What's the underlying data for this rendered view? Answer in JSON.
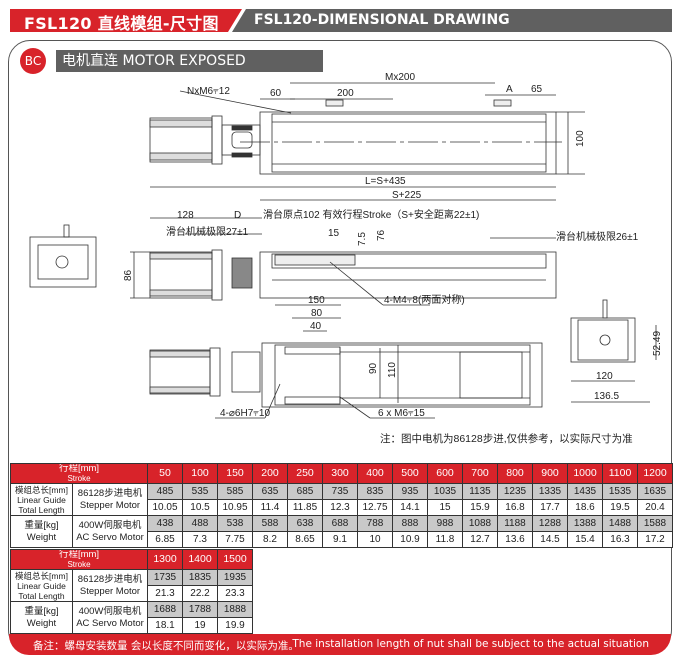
{
  "header": {
    "title_cn": "FSL120 直线模组-尺寸图",
    "title_en": "FSL120-DIMENSIONAL DRAWING"
  },
  "section": {
    "badge": "BC",
    "label": "电机直连   MOTOR EXPOSED"
  },
  "drawing": {
    "top_view": {
      "hole_spec": "NxM6⫧12",
      "d60": "60",
      "d200": "200",
      "pitch": "Mx200",
      "a": "A",
      "d65": "65",
      "width": "100"
    },
    "side_view": {
      "total_length": "L=S+435",
      "s225": "S+225",
      "d128": "128",
      "d": "D",
      "origin_note": "滑台原点102  有效行程Stroke（S+安全距离22±1)",
      "limit_left": "滑台机械极限27±1",
      "limit_right": "滑台机械极限26±1",
      "d15": "15",
      "d7_5": "7.5",
      "d76": "76",
      "height": "86",
      "side_holes": "4-M4⫧8(两面对称)"
    },
    "bottom_view": {
      "d150": "150",
      "d80": "80",
      "d40": "40",
      "d90": "90",
      "d110": "110",
      "pin_holes": "4-⌀6H7⫧10",
      "thread_holes": "6 x  M6⫧15"
    },
    "end_view": {
      "d52_49": "52.49",
      "d120": "120",
      "d136_5": "136.5"
    },
    "note": "注：图中电机为86128步进,仅供参考，以实际尺寸为准"
  },
  "table": {
    "stroke_label_cn": "行程[mm]",
    "stroke_label_en": "Stroke",
    "length_label": [
      "模组总长[mm]",
      "Linear Guide",
      "Total Length"
    ],
    "weight_label": [
      "重量[kg]",
      "Weight"
    ],
    "stepper_label": [
      "86128步进电机",
      "Stepper Motor"
    ],
    "servo_label": [
      "400W伺服电机",
      "AC Servo Motor"
    ],
    "blocks": [
      {
        "strokes": [
          "50",
          "100",
          "150",
          "200",
          "250",
          "300",
          "400",
          "500",
          "600",
          "700",
          "800",
          "900",
          "1000",
          "1100",
          "1200"
        ],
        "length_stepper": [
          "485",
          "535",
          "585",
          "635",
          "685",
          "735",
          "835",
          "935",
          "1035",
          "1135",
          "1235",
          "1335",
          "1435",
          "1535",
          "1635"
        ],
        "weight_stepper": [
          "10.05",
          "10.5",
          "10.95",
          "11.4",
          "11.85",
          "12.3",
          "12.75",
          "14.1",
          "15",
          "15.9",
          "16.8",
          "17.7",
          "18.6",
          "19.5",
          "20.4"
        ],
        "length_servo": [
          "438",
          "488",
          "538",
          "588",
          "638",
          "688",
          "788",
          "888",
          "988",
          "1088",
          "1188",
          "1288",
          "1388",
          "1488",
          "1588"
        ],
        "weight_servo": [
          "6.85",
          "7.3",
          "7.75",
          "8.2",
          "8.65",
          "9.1",
          "10",
          "10.9",
          "11.8",
          "12.7",
          "13.6",
          "14.5",
          "15.4",
          "16.3",
          "17.2"
        ]
      },
      {
        "strokes": [
          "1300",
          "1400",
          "1500"
        ],
        "length_stepper": [
          "1735",
          "1835",
          "1935"
        ],
        "weight_stepper": [
          "21.3",
          "22.2",
          "23.3"
        ],
        "length_servo": [
          "1688",
          "1788",
          "1888"
        ],
        "weight_servo": [
          "18.1",
          "19",
          "19.9"
        ]
      }
    ]
  },
  "footer": {
    "note_cn": "备注：螺母安装数量 会以长度不同而变化，以实际为准。",
    "note_en": "The installation length of nut shall be subject to the actual situation"
  },
  "colors": {
    "brand_red": "#d8232a",
    "header_gray": "#606060",
    "cell_gray": "#c9c9c9"
  }
}
